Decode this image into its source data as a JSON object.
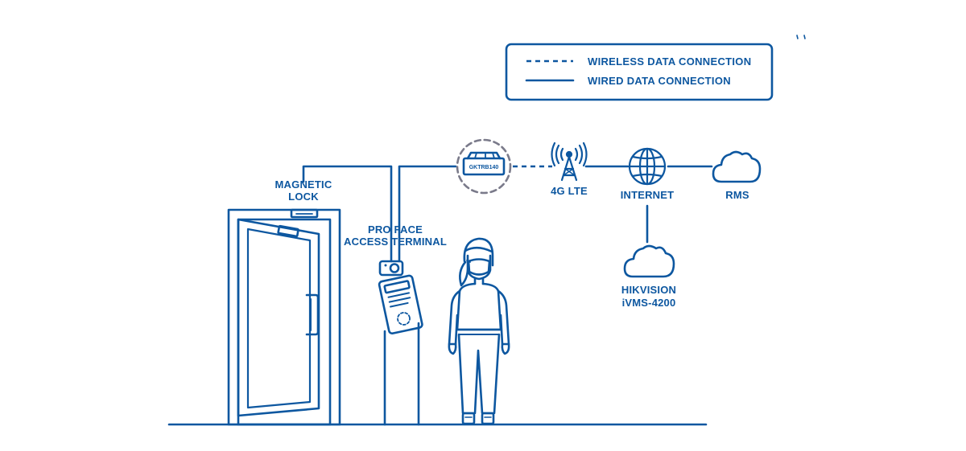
{
  "colors": {
    "line": "#0d57a0",
    "dashed_ring": "#7a7a8a",
    "background": "#ffffff"
  },
  "legend": {
    "wireless_label": "WIRELESS DATA CONNECTION",
    "wired_label": "WIRED DATA CONNECTION"
  },
  "labels": {
    "magnetic_lock_line1": "MAGNETIC",
    "magnetic_lock_line2": "LOCK",
    "terminal_line1": "PRO FACE",
    "terminal_line2": "ACCESS TERMINAL",
    "router": "GKTRB140",
    "lte": "4G LTE",
    "internet": "INTERNET",
    "rms": "RMS",
    "hikvision_line1": "HIKVISION",
    "hikvision_line2": "iVMS-4200"
  },
  "icons": {
    "door": "door-icon",
    "terminal": "face-terminal-icon",
    "person": "masked-person-icon",
    "router": "router-icon",
    "tower": "cell-tower-icon",
    "globe": "globe-icon",
    "cloud": "cloud-icon"
  }
}
